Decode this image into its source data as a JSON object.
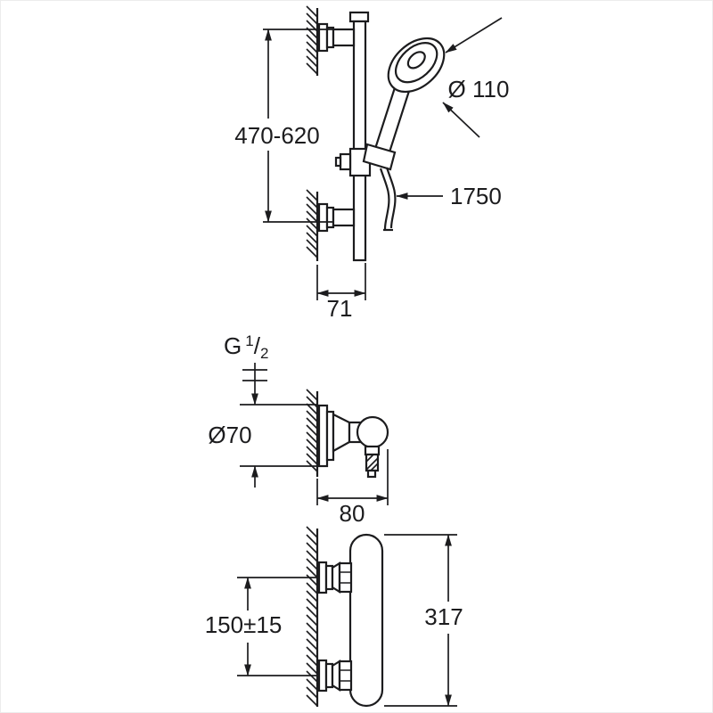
{
  "meta": {
    "background": "#ffffff",
    "line_color": "#1c1c1e"
  },
  "drawing": {
    "type": "technical-dimension-drawing",
    "views": {
      "shower_rail": {
        "rail_height_range": "470-620",
        "head_diameter": "Ø 110",
        "hose_length": "1750",
        "wall_offset": "71"
      },
      "wall_union": {
        "thread_prefix": "G",
        "thread_numerator": "1",
        "thread_slash": "/",
        "thread_denominator": "2",
        "escutcheon_diameter": "Ø70",
        "projection": "80"
      },
      "thermostat": {
        "inlet_spacing": "150±15",
        "body_height": "317"
      }
    }
  }
}
